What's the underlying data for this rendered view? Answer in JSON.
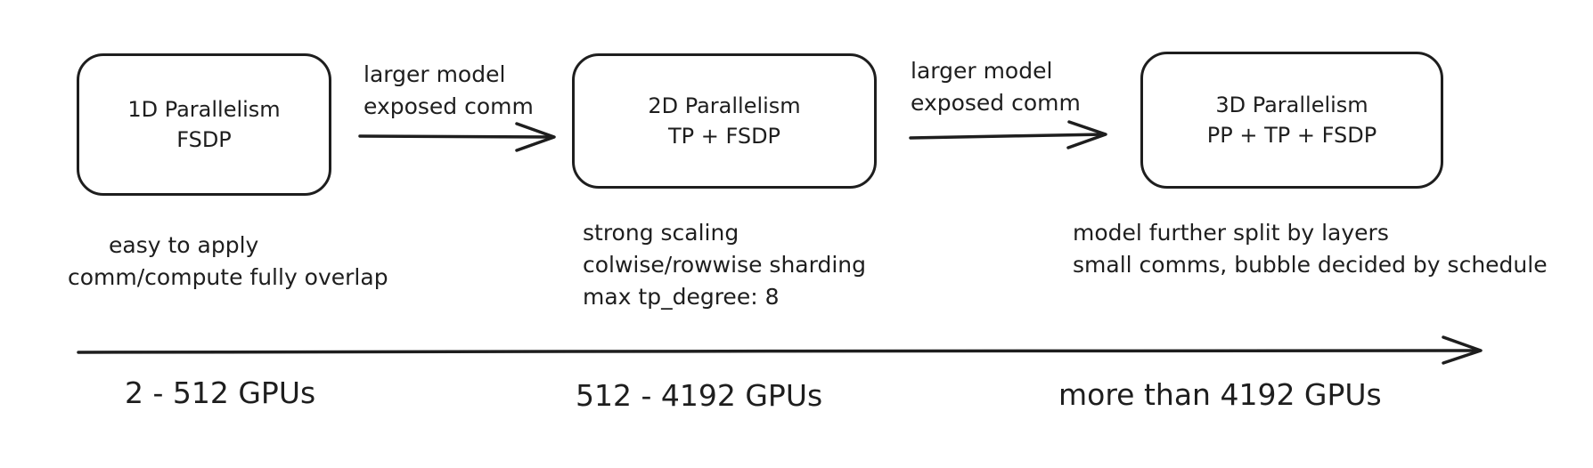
{
  "stages": [
    {
      "id": "1d",
      "lines": [
        "1D Parallelism",
        "FSDP"
      ]
    },
    {
      "id": "2d",
      "lines": [
        "2D Parallelism",
        "TP + FSDP"
      ]
    },
    {
      "id": "3d",
      "lines": [
        "3D Parallelism",
        "PP + TP + FSDP"
      ]
    }
  ],
  "transitions": [
    {
      "lines": [
        "larger model",
        "exposed comm"
      ]
    },
    {
      "lines": [
        "larger model",
        "exposed comm"
      ]
    }
  ],
  "notes": [
    {
      "lines": [
        "easy to apply",
        "comm/compute fully overlap"
      ]
    },
    {
      "lines": [
        "strong scaling",
        "colwise/rowwise sharding",
        "max tp_degree: 8"
      ]
    },
    {
      "lines": [
        "model further split by layers",
        "small comms, bubble decided by schedule"
      ]
    }
  ],
  "gpu_ranges": [
    "2 - 512 GPUs",
    "512 - 4192 GPUs",
    "more than 4192 GPUs"
  ],
  "colors": {
    "stroke": "#1e1e1e",
    "background": "#ffffff"
  }
}
